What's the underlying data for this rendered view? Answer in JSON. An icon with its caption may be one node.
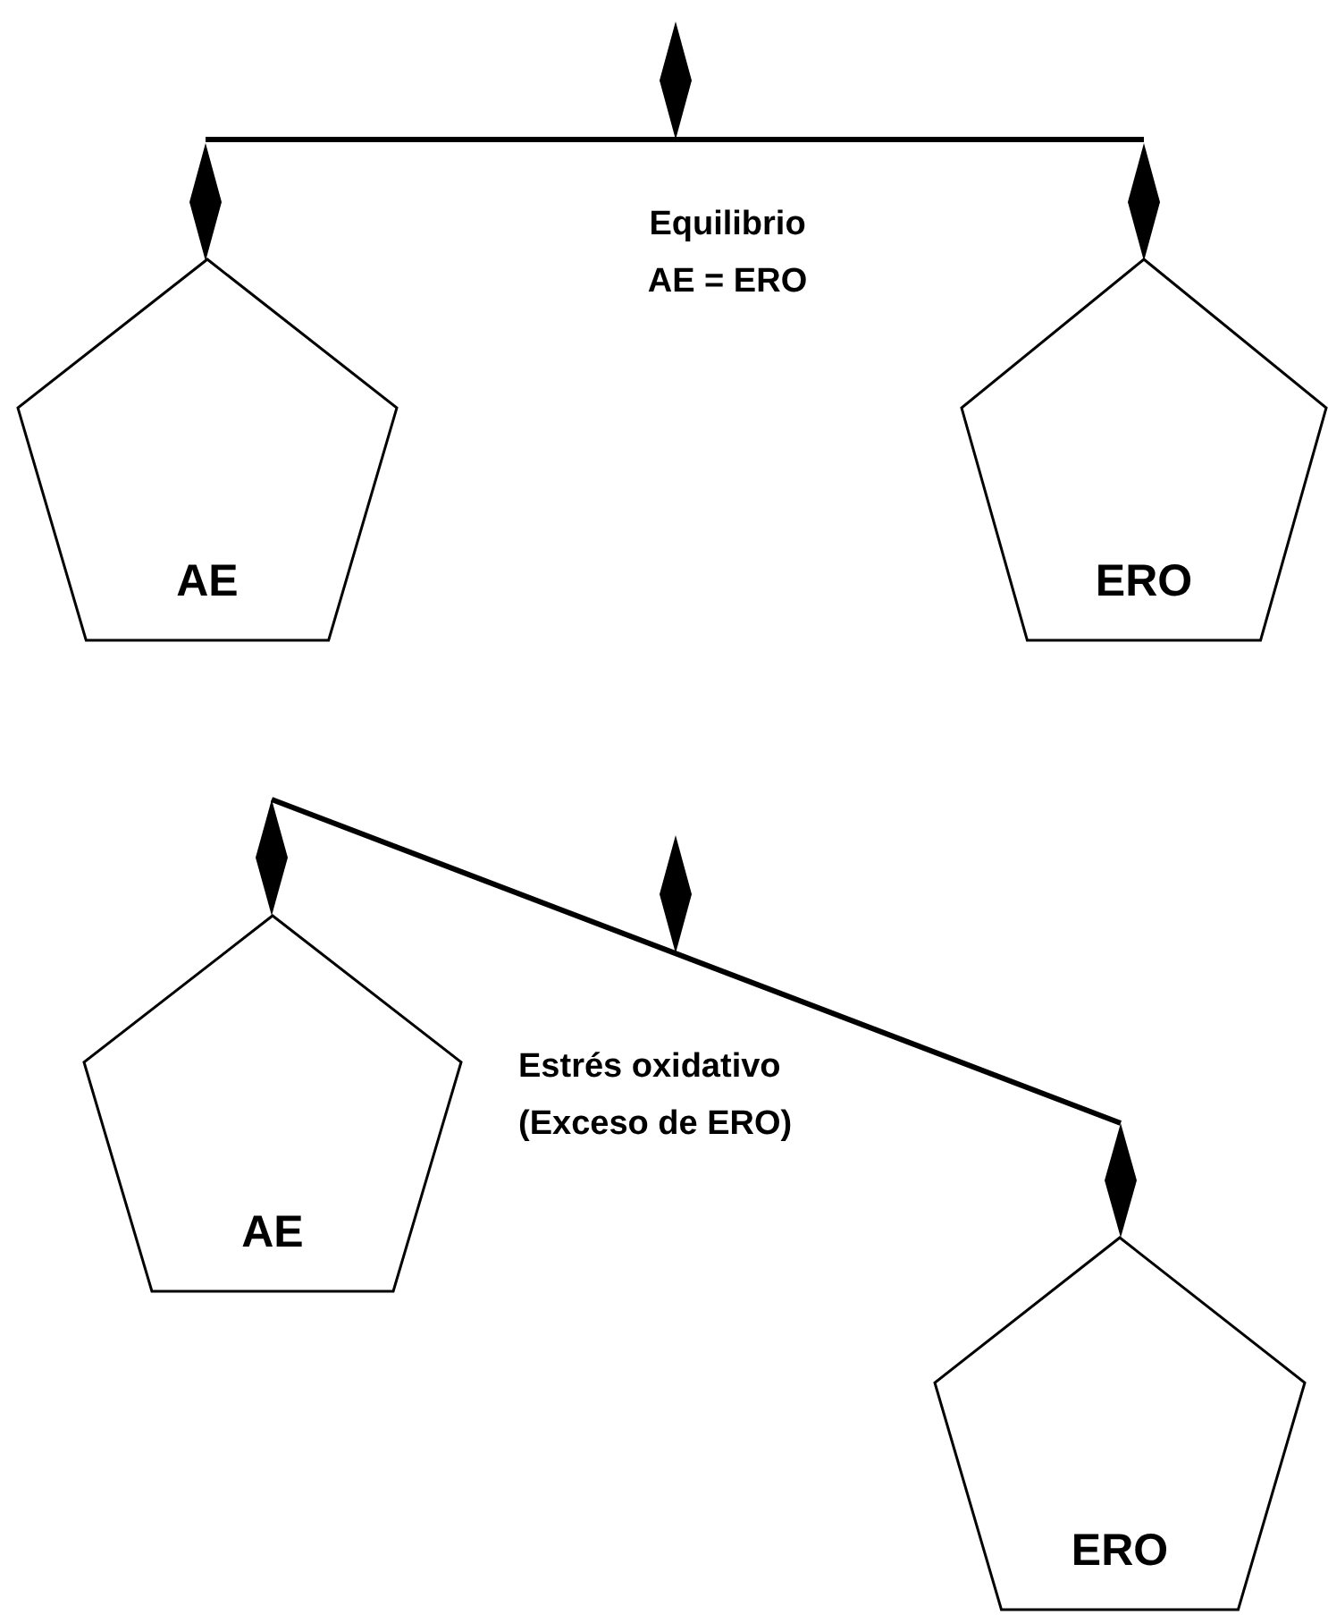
{
  "diagram": {
    "nodes": [
      {
        "text": [
          "AE"
        ]
      },
      {
        "text": [
          "ERO"
        ]
      },
      {
        "text": [
          "AE"
        ]
      },
      {
        "text": [
          "ERO"
        ]
      }
    ],
    "labels": [
      "Equilibrio",
      "AE = ERO",
      "Estrés oxidativo",
      "(Exceso de ERO)"
    ]
  }
}
